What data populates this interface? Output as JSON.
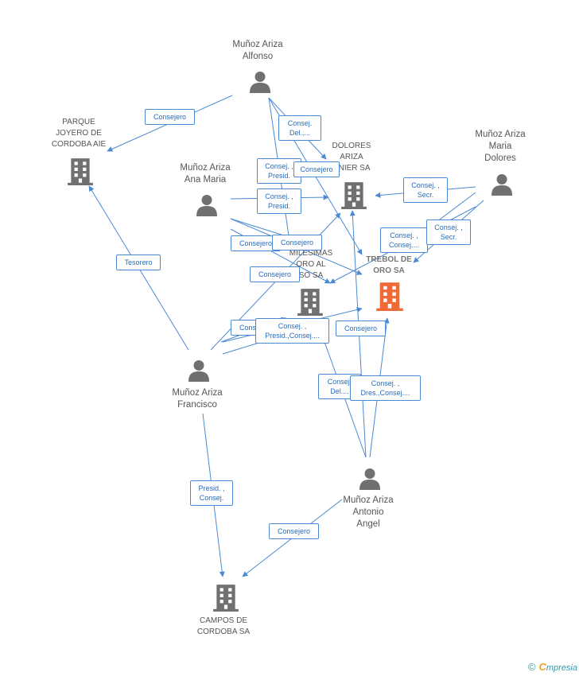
{
  "colors": {
    "edge": "#4a8ad4",
    "person": "#707070",
    "company": "#707070",
    "focus_company": "#f06a35",
    "label_text": "#2b6cb8"
  },
  "nodes": {
    "alfonso": {
      "type": "person",
      "lines": [
        "Muñoz Ariza",
        "Alfonso"
      ]
    },
    "ana": {
      "type": "person",
      "lines": [
        "Muñoz Ariza",
        "Ana Maria"
      ]
    },
    "dolores_p": {
      "type": "person",
      "lines": [
        "Muñoz Ariza",
        "Maria",
        "Dolores"
      ]
    },
    "francisco": {
      "type": "person",
      "lines": [
        "Muñoz Ariza",
        "Francisco"
      ]
    },
    "antonio": {
      "type": "person",
      "lines": [
        "Muñoz Ariza",
        "Antonio",
        "Angel"
      ]
    },
    "parque": {
      "type": "company",
      "lines": [
        "PARQUE",
        "JOYERO DE",
        "CORDOBA AIE"
      ]
    },
    "dolores_c": {
      "type": "company",
      "lines": [
        "DOLORES",
        "ARIZA",
        "RNIER SA"
      ]
    },
    "milesimas": {
      "type": "company",
      "lines": [
        "MILESIMAS",
        "ORO AL",
        "SO SA"
      ]
    },
    "trebol": {
      "type": "focus",
      "lines": [
        "TREBOL DE",
        "ORO SA"
      ]
    },
    "campos": {
      "type": "company",
      "lines": [
        "CAMPOS DE",
        "CORDOBA SA"
      ]
    }
  },
  "edge_labels": [
    {
      "id": "e1",
      "lines": [
        "Consejero"
      ]
    },
    {
      "id": "e2",
      "lines": [
        "Consej.",
        "Del.,..."
      ]
    },
    {
      "id": "e3",
      "lines": [
        "Consej. ,",
        "Presid."
      ]
    },
    {
      "id": "e4",
      "lines": [
        "Consejero"
      ]
    },
    {
      "id": "e5",
      "lines": [
        "Consej. ,",
        "Presid."
      ]
    },
    {
      "id": "e6",
      "lines": [
        "Consej. ,",
        "Secr."
      ]
    },
    {
      "id": "e7",
      "lines": [
        "Consej. ,",
        "Consej...."
      ]
    },
    {
      "id": "e8",
      "lines": [
        "Consej. ,",
        "Secr."
      ]
    },
    {
      "id": "e9",
      "lines": [
        "Consejero"
      ]
    },
    {
      "id": "e10",
      "lines": [
        "Consejero"
      ]
    },
    {
      "id": "e11",
      "lines": [
        "Consejero"
      ]
    },
    {
      "id": "e12",
      "lines": [
        "Tesorero"
      ]
    },
    {
      "id": "e13",
      "lines": [
        "Consejero"
      ]
    },
    {
      "id": "e14",
      "lines": [
        "Consej. ,",
        "Presid.,Consej...."
      ]
    },
    {
      "id": "e15",
      "lines": [
        "Consejero"
      ]
    },
    {
      "id": "e16",
      "lines": [
        "Consej.",
        "Del...."
      ]
    },
    {
      "id": "e17",
      "lines": [
        "Consej. ,",
        "Dres.,Consej...."
      ]
    },
    {
      "id": "e18",
      "lines": [
        "Presid. ,",
        "Consej."
      ]
    },
    {
      "id": "e19",
      "lines": [
        "Consejero"
      ]
    }
  ],
  "brand": {
    "copyright": "©",
    "logo_initial": "C",
    "logo_rest": "mpresia"
  }
}
